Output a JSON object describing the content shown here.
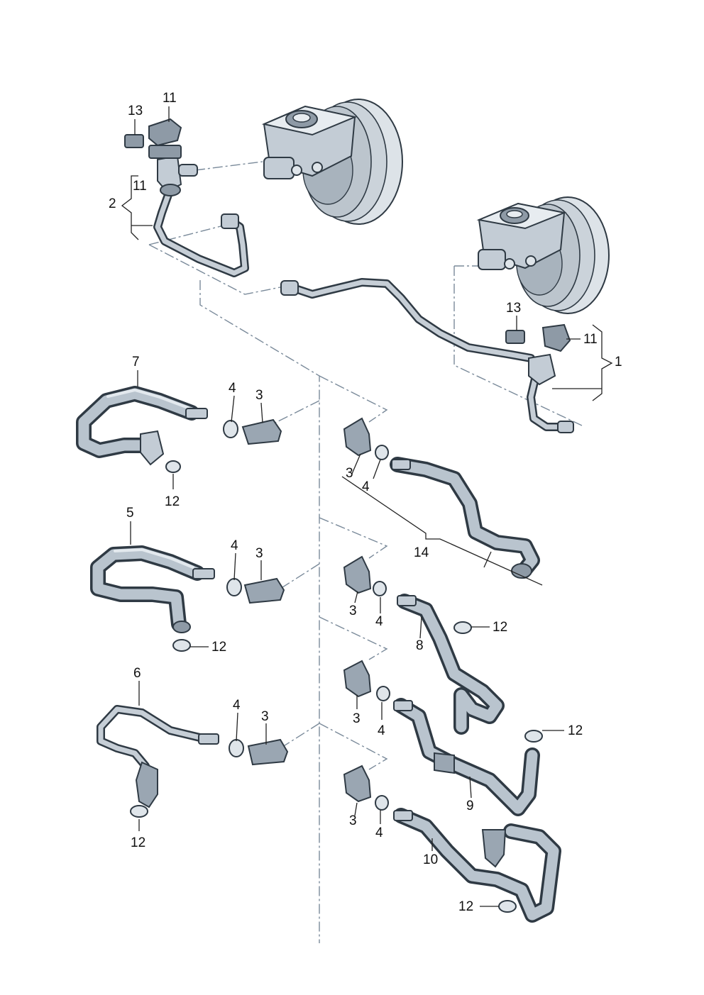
{
  "diagram": {
    "labels": {
      "l1": "1",
      "l2": "2",
      "l3a": "3",
      "l3b": "3",
      "l3c": "3",
      "l3d": "3",
      "l3e": "3",
      "l3f": "3",
      "l3g": "3",
      "l4a": "4",
      "l4b": "4",
      "l4c": "4",
      "l4d": "4",
      "l4e": "4",
      "l4f": "4",
      "l4g": "4",
      "l5": "5",
      "l6": "6",
      "l7": "7",
      "l8": "8",
      "l9": "9",
      "l10": "10",
      "l11a": "11",
      "l11b": "11",
      "l11c": "11",
      "l12a": "12",
      "l12b": "12",
      "l12c": "12",
      "l12d": "12",
      "l12e": "12",
      "l12f": "12",
      "l13a": "13",
      "l13b": "13",
      "l14": "14"
    }
  }
}
